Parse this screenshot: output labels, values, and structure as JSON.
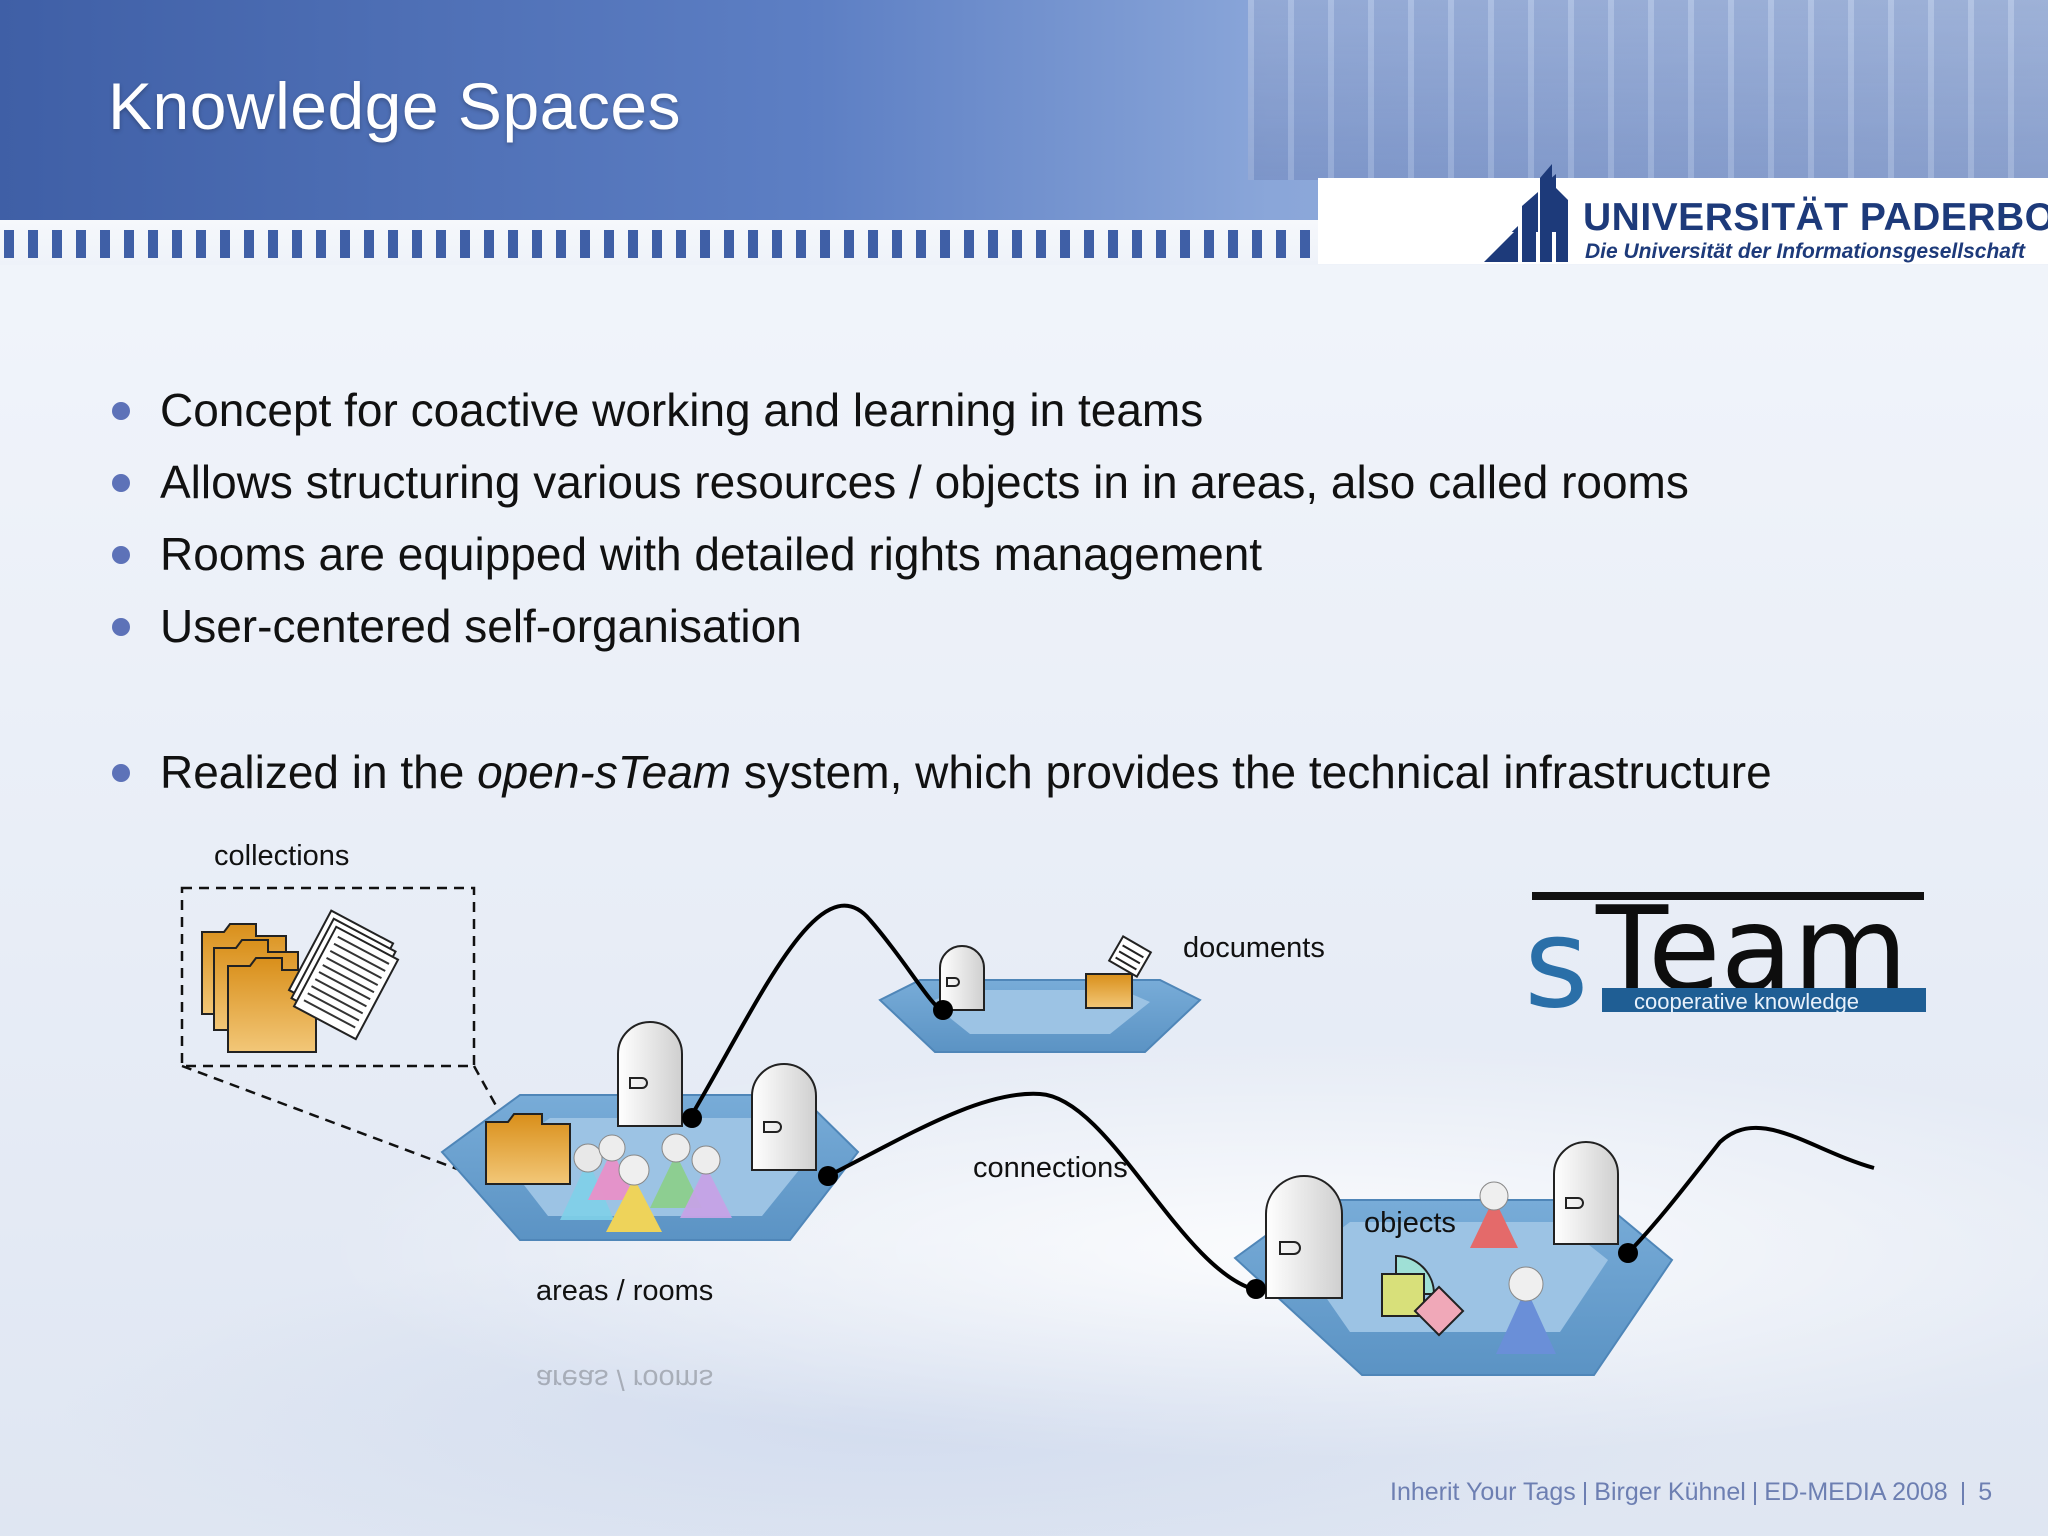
{
  "slide": {
    "title": "Knowledge Spaces",
    "university": {
      "name": "UNIVERSITÄT PADERBORN",
      "tagline": "Die Universität der Informationsgesellschaft"
    },
    "bullets": [
      "Concept for coactive working and learning in teams",
      "Allows structuring various resources / objects in in areas, also called rooms",
      "Rooms are equipped with detailed rights management",
      "User-centered self-organisation"
    ],
    "bullet_realized": {
      "before": "Realized in the ",
      "emphasis": "open-sTeam",
      "after": " system, which provides the technical infrastructure"
    },
    "diagram": {
      "labels": {
        "collections": "collections",
        "documents": "documents",
        "connections": "connections",
        "areas_rooms": "areas / rooms",
        "objects": "objects"
      },
      "steam_logo": {
        "wordmark": "sTeam",
        "tagline": "cooperative knowledge",
        "colors": {
          "s": "#2a6fa8",
          "team": "#0d0d0d",
          "band": "#1f5e94"
        }
      },
      "colors": {
        "room_fill": "#6ea4d2",
        "room_inner": "#9cc3e4",
        "folder": "#e0a02c",
        "connection": "#000000"
      },
      "icons": [
        "folder-icon",
        "document-stack-icon",
        "door-icon",
        "user-icon"
      ]
    },
    "footer": {
      "talk": "Inherit Your Tags",
      "author": "Birger Kühnel",
      "event": "ED-MEDIA 2008",
      "page": "5"
    }
  }
}
